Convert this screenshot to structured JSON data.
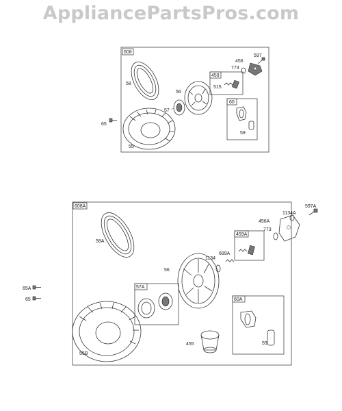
{
  "watermark": "AppliancePartsPros.com",
  "panel_top": {
    "group": "608",
    "labels": [
      "58",
      "456",
      "597",
      "773",
      "459",
      "515",
      "56",
      "57",
      "60",
      "65",
      "59",
      "55"
    ]
  },
  "panel_bottom": {
    "group": "608A",
    "labels": [
      "1134A",
      "597A",
      "456A",
      "773",
      "58A",
      "459A",
      "1134",
      "689A",
      "56",
      "57A",
      "60A",
      "65A",
      "65",
      "455",
      "59",
      "55B"
    ]
  }
}
